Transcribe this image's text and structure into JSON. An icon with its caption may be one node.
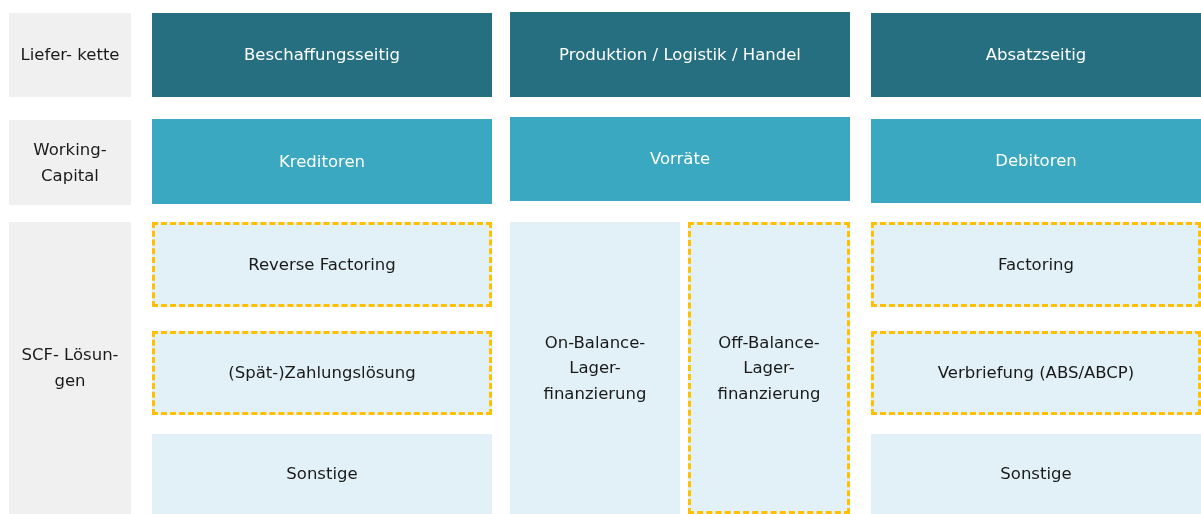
{
  "diagram": {
    "nodes": [
      {
        "text": [
          "Liefer- kette"
        ]
      },
      {
        "text": [
          "Beschaffungsseitig"
        ]
      },
      {
        "text": [
          "Produktion / Logistik / Handel"
        ]
      },
      {
        "text": [
          "Absatzseitig"
        ]
      },
      {
        "text": [
          "Working- Capital"
        ]
      },
      {
        "text": [
          "Kreditoren"
        ]
      },
      {
        "text": [
          "Vorräte"
        ]
      },
      {
        "text": [
          "Debitoren"
        ]
      },
      {
        "text": [
          "SCF- Lösun- gen"
        ]
      },
      {
        "text": [
          "Reverse Factoring"
        ]
      },
      {
        "text": [
          "(Spät-)Zahlungslösung"
        ]
      },
      {
        "text": [
          "Sonstige"
        ]
      },
      {
        "text": [
          "On-Balance- Lager- finanzierung"
        ]
      },
      {
        "text": [
          "Off-Balance- Lager- finanzierung"
        ]
      },
      {
        "text": [
          "Factoring"
        ]
      },
      {
        "text": [
          "Verbriefung (ABS/ABCP)"
        ]
      },
      {
        "text": [
          "Sonstige"
        ]
      }
    ]
  }
}
